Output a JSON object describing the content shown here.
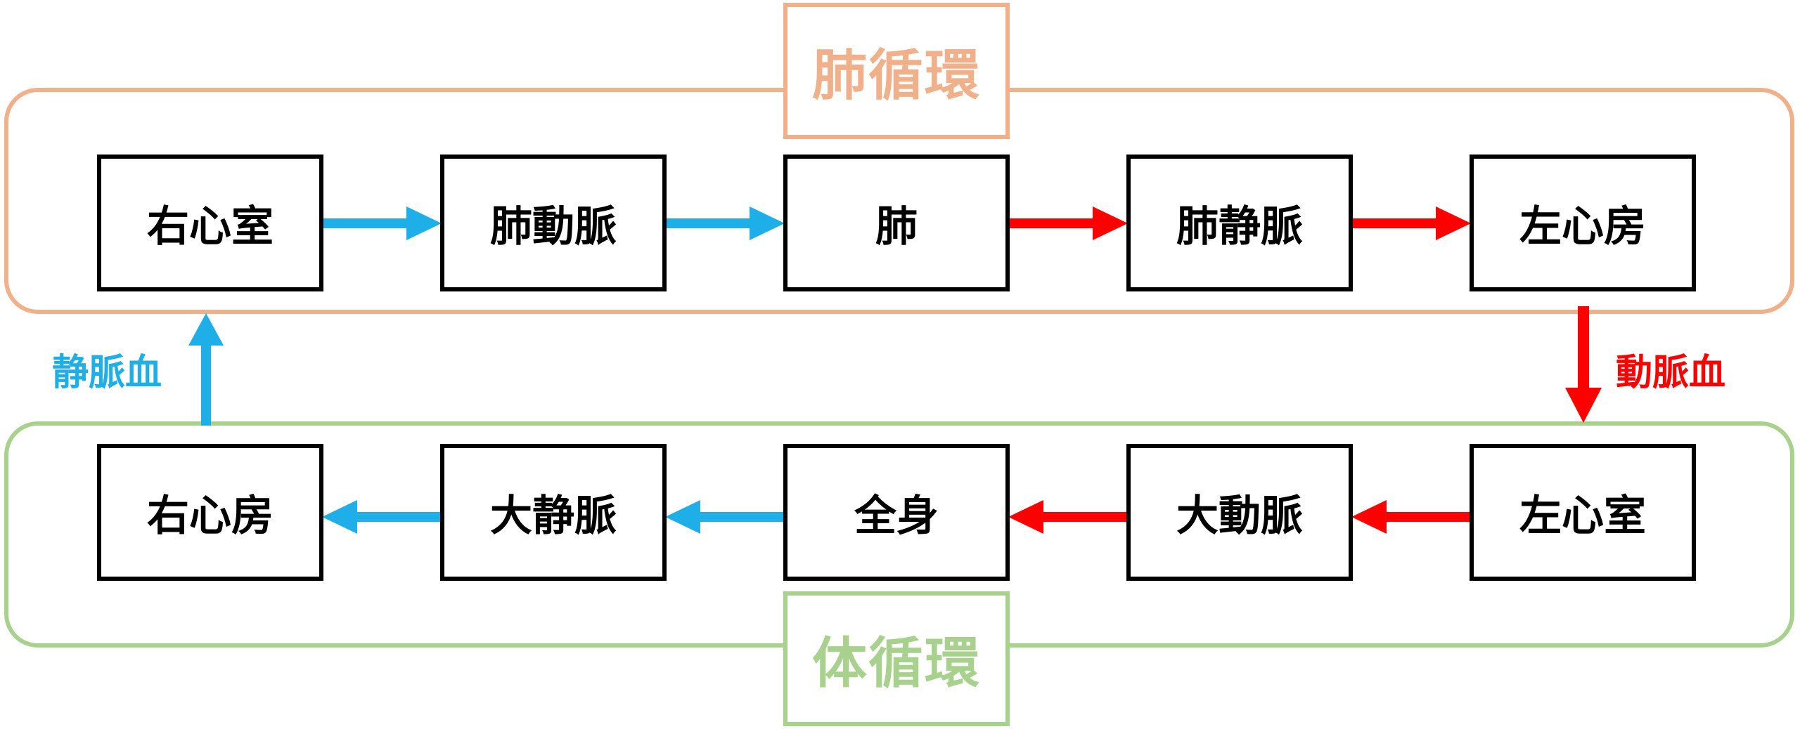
{
  "colors": {
    "pulmonary": "#f0b08a",
    "systemic": "#a9d18e",
    "venous_blood": "#1eaee8",
    "arterial_blood": "#ff0000",
    "box_border": "#000000"
  },
  "pulmonary": {
    "title": "肺循環",
    "nodes": [
      "右心室",
      "肺動脈",
      "肺",
      "肺静脈",
      "左心房"
    ]
  },
  "systemic": {
    "title": "体循環",
    "nodes": [
      "右心房",
      "大静脈",
      "全身",
      "大動脈",
      "左心室"
    ]
  },
  "labels": {
    "venous_blood": "静脈血",
    "arterial_blood": "動脈血"
  }
}
